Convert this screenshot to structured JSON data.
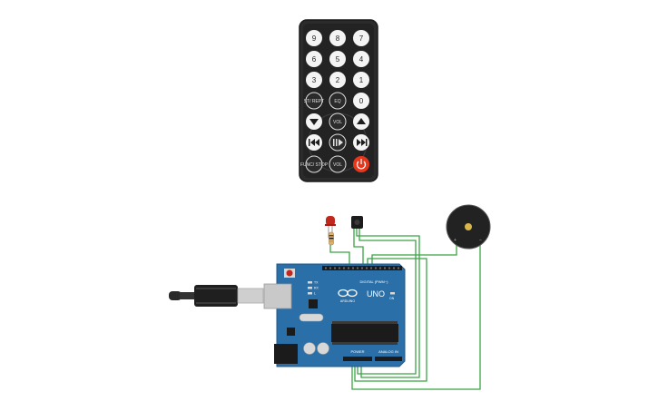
{
  "remote": {
    "number_keys": [
      "9",
      "8",
      "7",
      "6",
      "5",
      "4",
      "3",
      "2",
      "1",
      "0"
    ],
    "st_rept_label": "ST/ REPT",
    "eq_label": "EQ",
    "vol_label": "VOL",
    "func_stop_label": "FUNC/ STOP",
    "power_color": "#e8361c"
  },
  "arduino": {
    "model_label": "UNO",
    "brand_label": "ARDUINO",
    "digital_label": "DIGITAL (PWM~)",
    "power_label": "POWER",
    "analog_label": "ANALOG IN",
    "tx_label": "TX",
    "rx_label": "RX",
    "l_label": "L",
    "on_label": "ON",
    "board_color": "#2a6fa8"
  },
  "wire_color": "#3aa544",
  "led_color": "#c0281e"
}
